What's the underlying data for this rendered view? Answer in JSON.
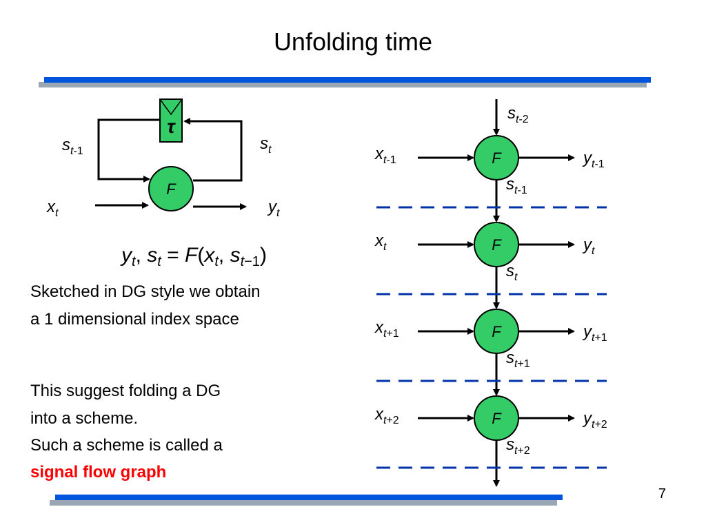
{
  "title": "Unfolding time",
  "page_number": "7",
  "text": {
    "line1": "Sketched in DG style we obtain",
    "line2": "a 1 dimensional index space",
    "line3": "This suggest folding a DG",
    "line4": "into a scheme.",
    "line5": "Such a scheme is called a",
    "highlight": "signal flow graph"
  },
  "loop_diagram": {
    "delay_symbol": "τ",
    "node_label": "F",
    "state_in": {
      "base": "s",
      "sub": "t",
      "sub_suffix": "-1"
    },
    "state_out": {
      "base": "s",
      "sub": "t",
      "sub_suffix": ""
    },
    "input": {
      "base": "x",
      "sub": "t",
      "sub_suffix": ""
    },
    "output": {
      "base": "y",
      "sub": "t",
      "sub_suffix": ""
    }
  },
  "equation": {
    "lhs1": "y",
    "lhs1_sub": "t",
    "lhs2": "s",
    "lhs2_sub": "t",
    "func": "F",
    "arg1": "x",
    "arg1_sub": "t",
    "arg2": "s",
    "arg2_sub": "t",
    "arg2_sub_suffix": "−1"
  },
  "unfolded": {
    "top_state": {
      "base": "s",
      "sub": "t",
      "sub_suffix": "-2"
    },
    "stages": [
      {
        "node": "F",
        "x_sub": "t",
        "x_suffix": "-1",
        "y_sub": "t",
        "y_suffix": "-1",
        "s_sub": "t",
        "s_suffix": "-1"
      },
      {
        "node": "F",
        "x_sub": "t",
        "x_suffix": "",
        "y_sub": "t",
        "y_suffix": "",
        "s_sub": "t",
        "s_suffix": ""
      },
      {
        "node": "F",
        "x_sub": "t",
        "x_suffix": "+1",
        "y_sub": "t",
        "y_suffix": "+1",
        "s_sub": "t",
        "s_suffix": "+1"
      },
      {
        "node": "F",
        "x_sub": "t",
        "x_suffix": "+2",
        "y_sub": "t",
        "y_suffix": "+2",
        "s_sub": "t",
        "s_suffix": "+2"
      }
    ]
  },
  "colors": {
    "node_fill": "#33cc66",
    "accent_blue": "#0055dd",
    "accent_gray": "#99a6b3",
    "dash_blue": "#0033aa",
    "highlight_red": "#ff0000"
  }
}
